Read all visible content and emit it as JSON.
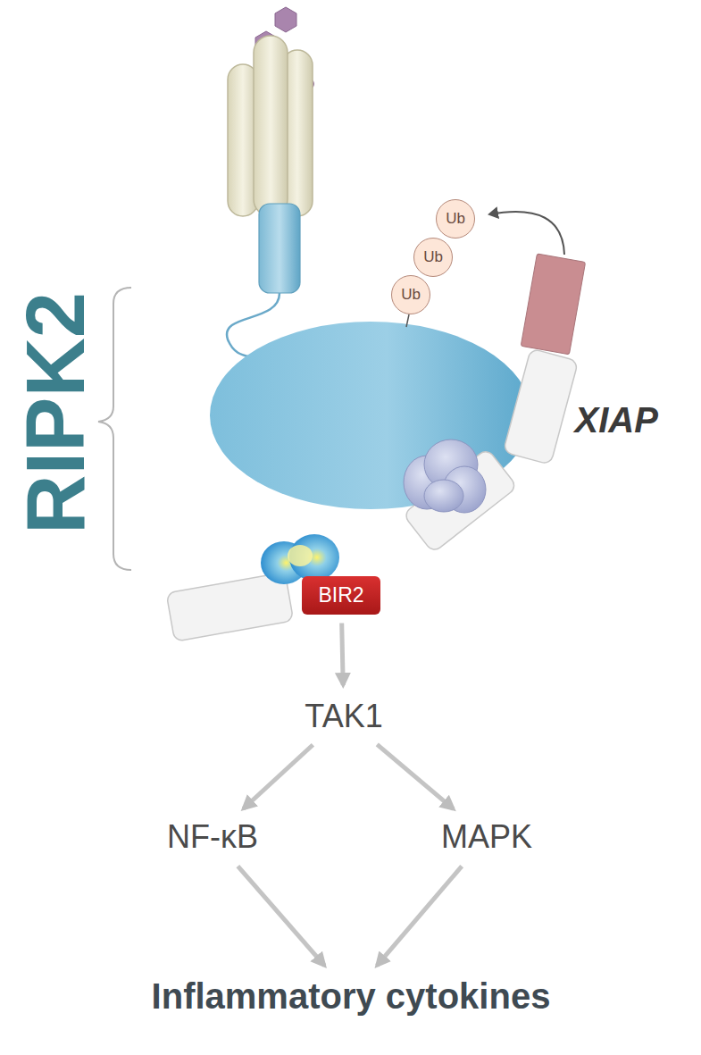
{
  "diagram": {
    "nodes": [
      {
        "text": [
          "Ub"
        ]
      },
      {
        "text": [
          "Ub"
        ]
      },
      {
        "text": [
          "Ub"
        ]
      },
      {
        "text": [
          "BIR2"
        ]
      },
      {
        "text": [
          "TAK1"
        ]
      },
      {
        "text": [
          "NF-κB"
        ]
      },
      {
        "text": [
          "MAPK"
        ]
      },
      {
        "text": [
          "Inflammatory cytokines"
        ]
      }
    ],
    "edges": [
      {
        "from": 3,
        "to": 4,
        "arrow": "to"
      },
      {
        "from": 4,
        "to": 5,
        "arrow": "to"
      },
      {
        "from": 4,
        "to": 6,
        "arrow": "to"
      },
      {
        "from": 5,
        "to": 7,
        "arrow": "to"
      },
      {
        "from": 6,
        "to": 7,
        "arrow": "to"
      }
    ],
    "labels": [
      "RIPK2",
      "XIAP"
    ]
  }
}
